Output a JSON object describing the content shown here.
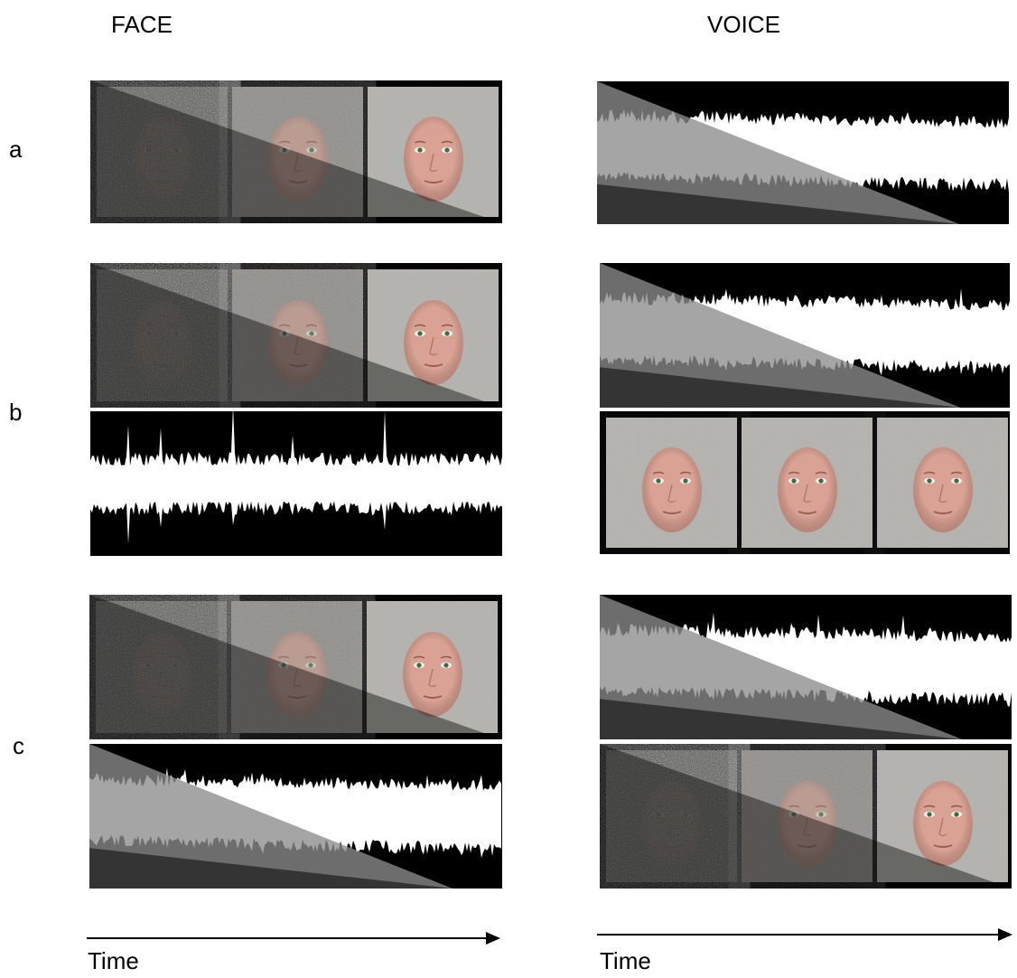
{
  "columns": {
    "face": "FACE",
    "voice": "VOICE"
  },
  "rows": {
    "a": "a",
    "b": "b",
    "c": "c"
  },
  "axis": {
    "left": "Time",
    "right": "Time"
  },
  "colors": {
    "background": "#ffffff",
    "panel": "#000000",
    "frame_bg": "#b4b3af",
    "skin": "#d9a294",
    "wave": "#ffffff",
    "ramp": "#8c8c8c"
  },
  "icons": {
    "face": "face-icon",
    "waveform": "waveform-icon",
    "noise_overlay": "gradient-overlay"
  }
}
